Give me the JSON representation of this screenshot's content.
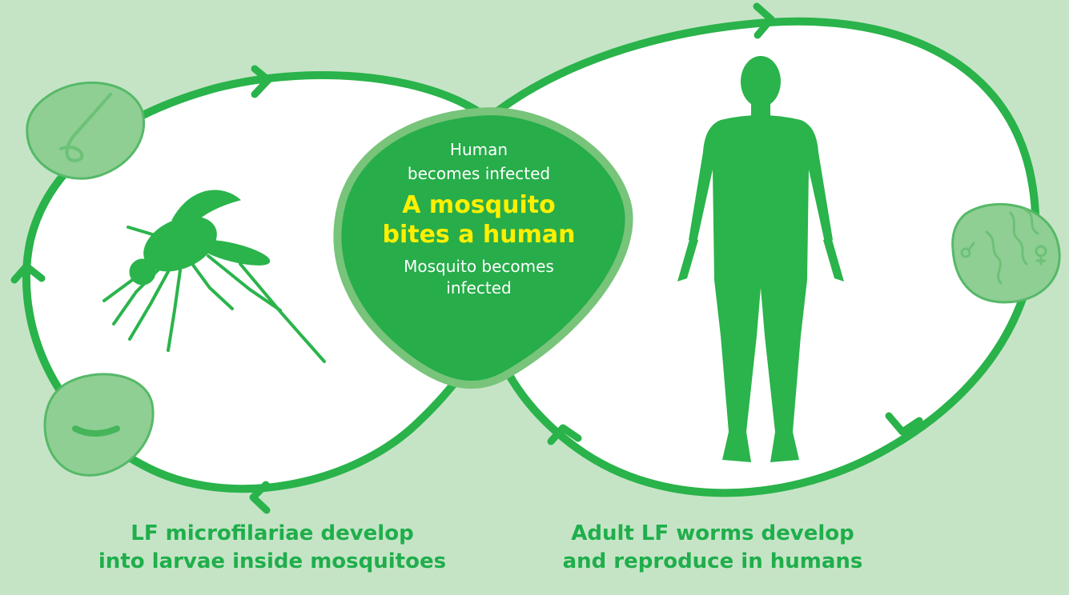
{
  "center": {
    "human_infected": [
      "Human",
      "becomes infected"
    ],
    "headline": [
      "A mosquito",
      "bites a human"
    ],
    "mosquito_infected": [
      "Mosquito becomes",
      "infected"
    ]
  },
  "captions": {
    "left": [
      "LF microfilariae develop",
      "into larvae inside mosquitoes"
    ],
    "right": [
      "Adult LF worms develop",
      "and reproduce in humans"
    ]
  },
  "colors": {
    "background": "#c5e4c6",
    "loop_stroke": "#29b34a",
    "silhouette": "#2ab44b",
    "center_fill": "#27ad4a",
    "center_rim": "#77c47a",
    "headline": "#fff000",
    "caption": "#1fae4b"
  },
  "icons": {
    "left_loop_figure": "mosquito-silhouette",
    "right_loop_figure": "human-silhouette",
    "badge_top_left": "coiled-larva-icon",
    "badge_bottom_left": "microfilaria-icon",
    "badge_right": "adult-worms-male-female-icon"
  }
}
